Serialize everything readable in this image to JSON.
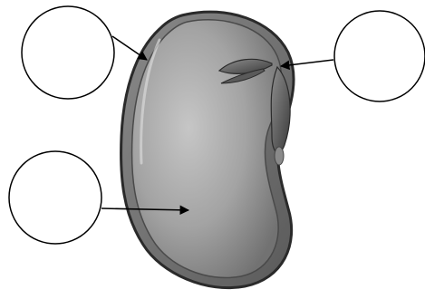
{
  "diagram": {
    "subject": "bean-seed",
    "label_circles": [
      {
        "id": "seed-coat",
        "text": ""
      },
      {
        "id": "embryo",
        "text": ""
      },
      {
        "id": "cotyledon",
        "text": ""
      }
    ],
    "colors": {
      "background": "#ffffff",
      "outline": "#000000",
      "seed_light": "#c4c4c4",
      "seed_mid": "#9c9c9c",
      "seed_dark": "#6e6e6e",
      "coat_edge": "#3c3c3c"
    }
  }
}
